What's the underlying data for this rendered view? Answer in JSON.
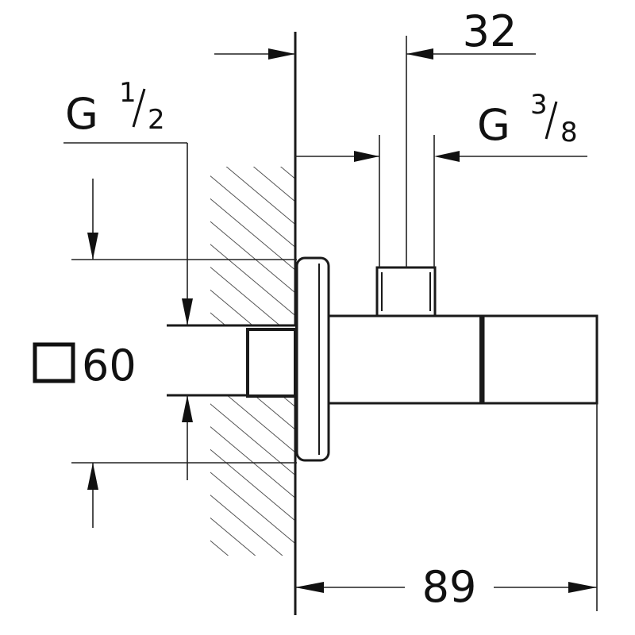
{
  "dimensions": {
    "top_offset": "32",
    "bottom_length": "89",
    "square_size": "60"
  },
  "threads": {
    "inlet": {
      "prefix": "G",
      "numerator": "1",
      "denominator": "2"
    },
    "outlet": {
      "prefix": "G",
      "numerator": "3",
      "denominator": "8"
    }
  },
  "colors": {
    "line": "#1a1a1a",
    "hatch": "#555555",
    "dim_line": "#222222"
  }
}
